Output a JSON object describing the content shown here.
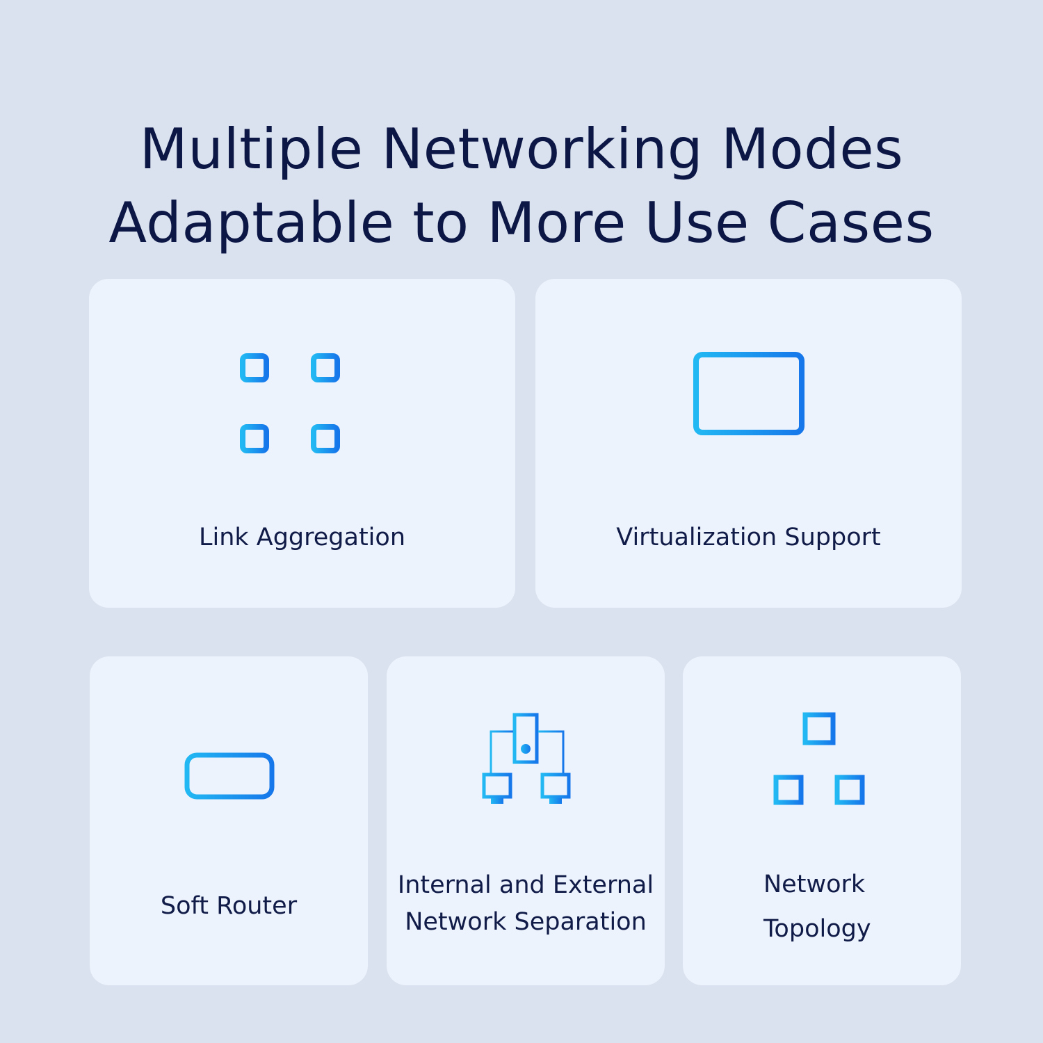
{
  "headline": {
    "line1": "Multiple Networking Modes",
    "line2": "Adaptable to More Use Cases"
  },
  "cards": [
    {
      "icon": "link-aggregation-icon",
      "label": [
        "Link Aggregation"
      ]
    },
    {
      "icon": "monitor-icon",
      "label": [
        "Virtualization Support"
      ]
    },
    {
      "icon": "router-icon",
      "label": [
        "Soft Router"
      ]
    },
    {
      "icon": "server-network-icon",
      "label": [
        "Internal and External",
        "Network Separation"
      ]
    },
    {
      "icon": "network-topology-icon",
      "label": [
        "Network",
        "Topology"
      ]
    }
  ],
  "colors": {
    "background": "#dae2ef",
    "card": "#edf3fc",
    "text": "#0c1746",
    "icon_gradient_start": "#22b8f3",
    "icon_gradient_end": "#1677ea"
  }
}
